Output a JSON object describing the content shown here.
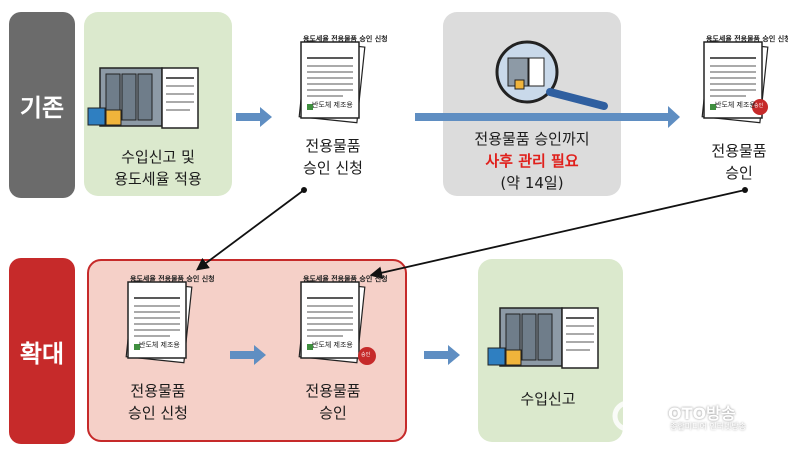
{
  "rows": {
    "existing": {
      "label": "기존"
    },
    "expanded": {
      "label": "확대"
    }
  },
  "steps": {
    "import_declare_rate": {
      "line1": "수입신고 및",
      "line2": "용도세율 적용"
    },
    "apply_top": {
      "line1": "전용물품",
      "line2": "승인 신청"
    },
    "post_mgmt": {
      "line1": "전용물품 승인까지",
      "line2": "사후 관리 필요",
      "line3": "(약 14일)"
    },
    "approval_top": {
      "line1": "전용물품",
      "line2": "승인"
    },
    "apply_bottom": {
      "line1": "전용물품",
      "line2": "승인 신청"
    },
    "approval_bottom": {
      "line1": "전용물품",
      "line2": "승인"
    },
    "import_declare": {
      "line1": "수입신고"
    }
  },
  "documents": {
    "title": "용도세율 전용물품 승인 신청",
    "company": "반도체 제조용",
    "stamp": "승인"
  },
  "watermark": {
    "name": "OTO방송",
    "sub": "종합미디어 인터넷방송"
  },
  "colors": {
    "existing_tab": "#6b6b6b",
    "expanded_tab": "#c62a2a",
    "green_panel": "#dbe9cd",
    "gray_panel": "#dcdcdc",
    "pink_panel": "#f5d0c8",
    "arrow_blue": "#5f8ec2",
    "highlight_red": "#e0201c"
  }
}
